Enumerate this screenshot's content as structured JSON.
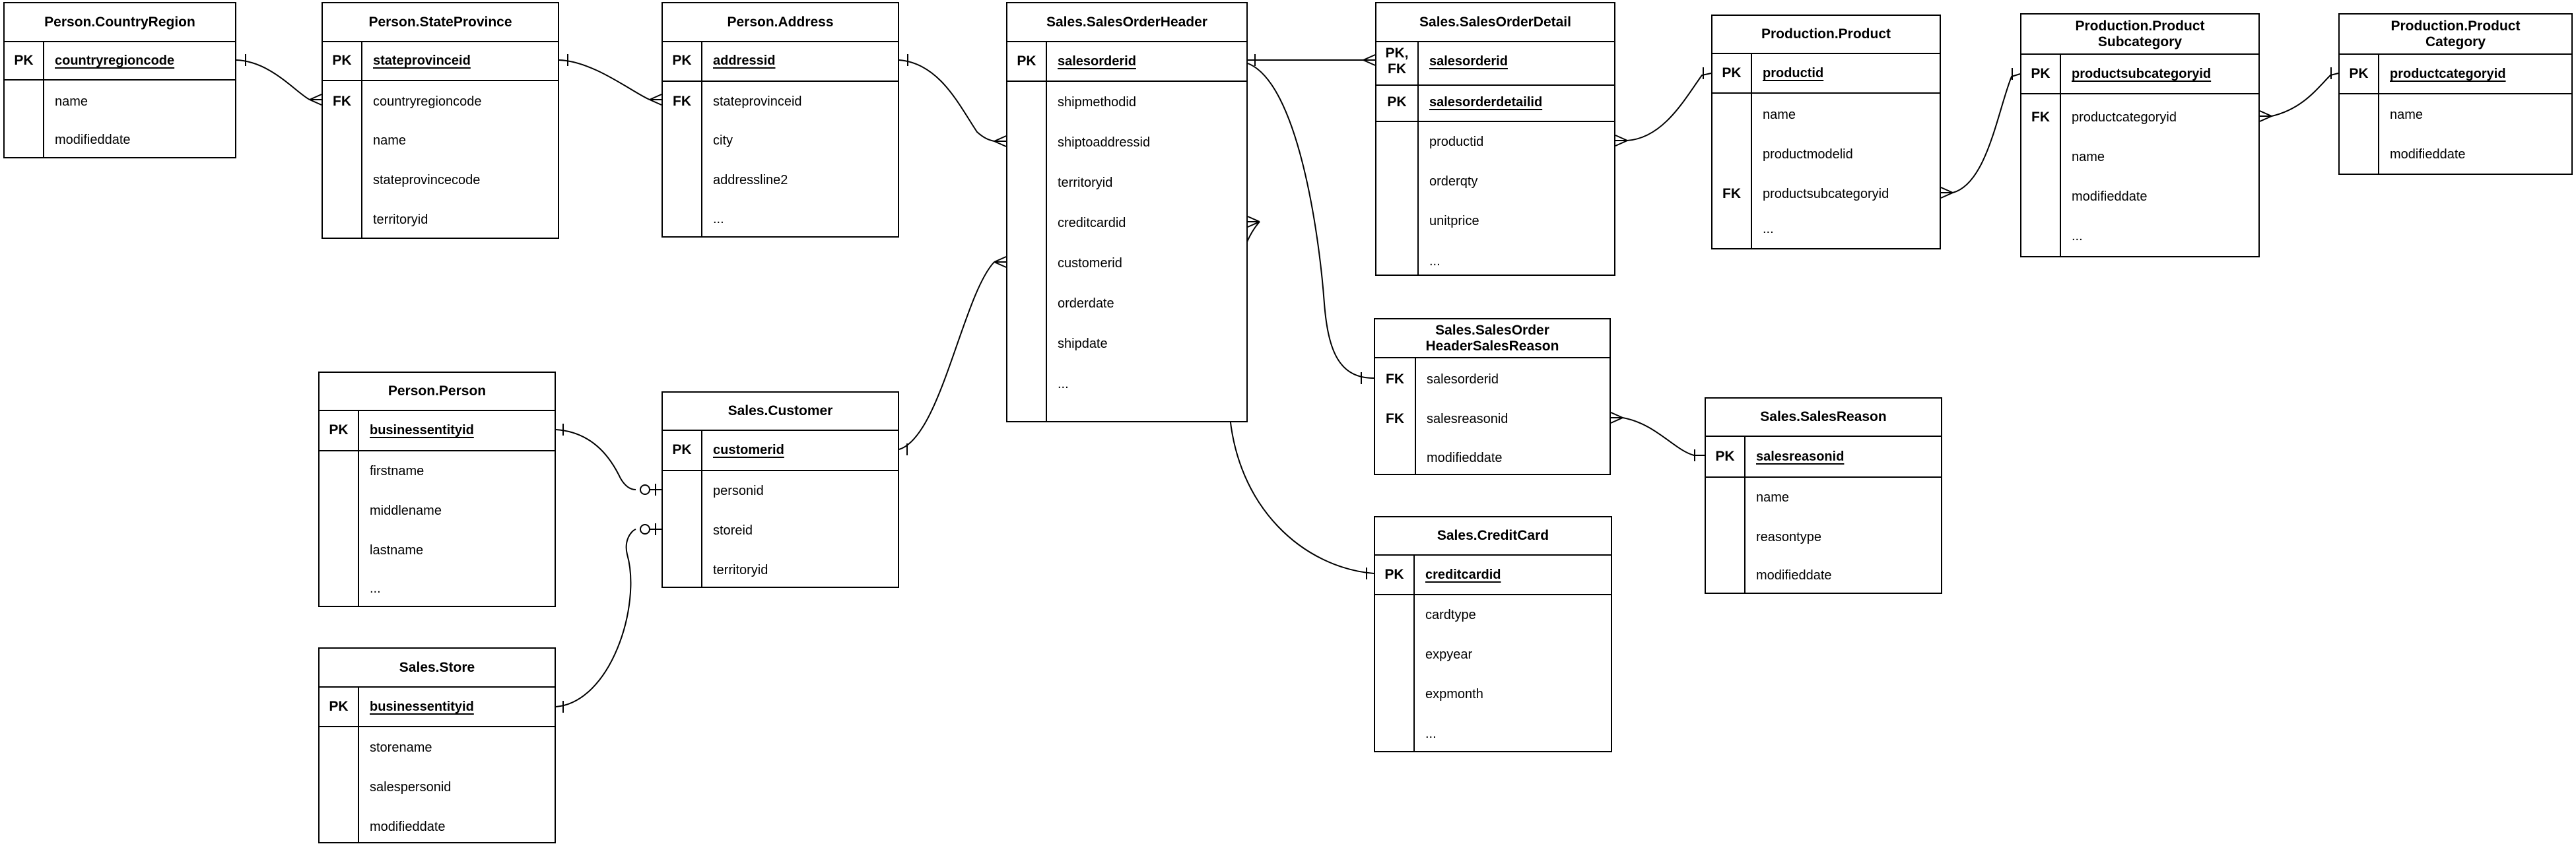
{
  "diagram": {
    "kind": "entity-relationship-diagram",
    "notation": "crows-foot",
    "tables": [
      {
        "id": "person-countryregion",
        "title_lines": [
          "Person.CountryRegion"
        ],
        "rows": [
          {
            "key_lines": [
              "PK"
            ],
            "name": "countryregioncode",
            "pk": true
          },
          {
            "key_lines": [],
            "name": "name",
            "pk": false
          },
          {
            "key_lines": [],
            "name": "modifieddate",
            "pk": false
          }
        ]
      },
      {
        "id": "person-stateprovince",
        "title_lines": [
          "Person.StateProvince"
        ],
        "rows": [
          {
            "key_lines": [
              "PK"
            ],
            "name": "stateprovinceid",
            "pk": true
          },
          {
            "key_lines": [
              "FK"
            ],
            "name": "countryregioncode",
            "pk": false
          },
          {
            "key_lines": [],
            "name": "name",
            "pk": false
          },
          {
            "key_lines": [],
            "name": "stateprovincecode",
            "pk": false
          },
          {
            "key_lines": [],
            "name": "territoryid",
            "pk": false
          }
        ]
      },
      {
        "id": "person-address",
        "title_lines": [
          "Person.Address"
        ],
        "rows": [
          {
            "key_lines": [
              "PK"
            ],
            "name": "addressid",
            "pk": true
          },
          {
            "key_lines": [
              "FK"
            ],
            "name": "stateprovinceid",
            "pk": false
          },
          {
            "key_lines": [],
            "name": "city",
            "pk": false
          },
          {
            "key_lines": [],
            "name": "addressline2",
            "pk": false
          },
          {
            "key_lines": [],
            "name": "...",
            "pk": false
          }
        ]
      },
      {
        "id": "sales-salesorderheader",
        "title_lines": [
          "Sales.SalesOrderHeader"
        ],
        "rows": [
          {
            "key_lines": [
              "PK"
            ],
            "name": "salesorderid",
            "pk": true
          },
          {
            "key_lines": [],
            "name": "shipmethodid",
            "pk": false
          },
          {
            "key_lines": [],
            "name": "shiptoaddressid",
            "pk": false
          },
          {
            "key_lines": [],
            "name": "territoryid",
            "pk": false
          },
          {
            "key_lines": [],
            "name": "creditcardid",
            "pk": false
          },
          {
            "key_lines": [],
            "name": "customerid",
            "pk": false
          },
          {
            "key_lines": [],
            "name": "orderdate",
            "pk": false
          },
          {
            "key_lines": [],
            "name": "shipdate",
            "pk": false
          },
          {
            "key_lines": [],
            "name": "...",
            "pk": false
          }
        ]
      },
      {
        "id": "sales-salesorderdetail",
        "title_lines": [
          "Sales.SalesOrderDetail"
        ],
        "rows": [
          {
            "key_lines": [
              "PK,",
              "FK"
            ],
            "name": "salesorderid",
            "pk": true
          },
          {
            "key_lines": [
              "PK"
            ],
            "name": "salesorderdetailid",
            "pk": true
          },
          {
            "key_lines": [],
            "name": "productid",
            "pk": false
          },
          {
            "key_lines": [],
            "name": "orderqty",
            "pk": false
          },
          {
            "key_lines": [],
            "name": "unitprice",
            "pk": false
          },
          {
            "key_lines": [],
            "name": "...",
            "pk": false
          }
        ]
      },
      {
        "id": "production-product",
        "title_lines": [
          "Production.Product"
        ],
        "rows": [
          {
            "key_lines": [
              "PK"
            ],
            "name": "productid",
            "pk": true
          },
          {
            "key_lines": [],
            "name": "name",
            "pk": false
          },
          {
            "key_lines": [],
            "name": "productmodelid",
            "pk": false
          },
          {
            "key_lines": [
              "FK"
            ],
            "name": "productsubcategoryid",
            "pk": false
          },
          {
            "key_lines": [],
            "name": "...",
            "pk": false
          }
        ]
      },
      {
        "id": "production-productsubcategory",
        "title_lines": [
          "Production.Product",
          "Subcategory"
        ],
        "rows": [
          {
            "key_lines": [
              "PK"
            ],
            "name": "productsubcategoryid",
            "pk": true
          },
          {
            "key_lines": [
              "FK"
            ],
            "name": "productcategoryid",
            "pk": false
          },
          {
            "key_lines": [],
            "name": "name",
            "pk": false
          },
          {
            "key_lines": [],
            "name": "modifieddate",
            "pk": false
          },
          {
            "key_lines": [],
            "name": "...",
            "pk": false
          }
        ]
      },
      {
        "id": "production-productcategory",
        "title_lines": [
          "Production.Product",
          "Category"
        ],
        "rows": [
          {
            "key_lines": [
              "PK"
            ],
            "name": "productcategoryid",
            "pk": true
          },
          {
            "key_lines": [],
            "name": "name",
            "pk": false
          },
          {
            "key_lines": [],
            "name": "modifieddate",
            "pk": false
          }
        ]
      },
      {
        "id": "person-person",
        "title_lines": [
          "Person.Person"
        ],
        "rows": [
          {
            "key_lines": [
              "PK"
            ],
            "name": "businessentityid",
            "pk": true
          },
          {
            "key_lines": [],
            "name": "firstname",
            "pk": false
          },
          {
            "key_lines": [],
            "name": "middlename",
            "pk": false
          },
          {
            "key_lines": [],
            "name": "lastname",
            "pk": false
          },
          {
            "key_lines": [],
            "name": "...",
            "pk": false
          }
        ]
      },
      {
        "id": "sales-customer",
        "title_lines": [
          "Sales.Customer"
        ],
        "rows": [
          {
            "key_lines": [
              "PK"
            ],
            "name": "customerid",
            "pk": true
          },
          {
            "key_lines": [],
            "name": "personid",
            "pk": false
          },
          {
            "key_lines": [],
            "name": "storeid",
            "pk": false
          },
          {
            "key_lines": [],
            "name": "territoryid",
            "pk": false
          }
        ]
      },
      {
        "id": "sales-store",
        "title_lines": [
          "Sales.Store"
        ],
        "rows": [
          {
            "key_lines": [
              "PK"
            ],
            "name": "businessentityid",
            "pk": true
          },
          {
            "key_lines": [],
            "name": "storename",
            "pk": false
          },
          {
            "key_lines": [],
            "name": "salespersonid",
            "pk": false
          },
          {
            "key_lines": [],
            "name": "modifieddate",
            "pk": false
          }
        ]
      },
      {
        "id": "sales-salesorderheadersalesreason",
        "title_lines": [
          "Sales.SalesOrder",
          "HeaderSalesReason"
        ],
        "rows": [
          {
            "key_lines": [
              "FK"
            ],
            "name": "salesorderid",
            "pk": false
          },
          {
            "key_lines": [
              "FK"
            ],
            "name": "salesreasonid",
            "pk": false
          },
          {
            "key_lines": [],
            "name": "modifieddate",
            "pk": false
          }
        ]
      },
      {
        "id": "sales-salesreason",
        "title_lines": [
          "Sales.SalesReason"
        ],
        "rows": [
          {
            "key_lines": [
              "PK"
            ],
            "name": "salesreasonid",
            "pk": true
          },
          {
            "key_lines": [],
            "name": "name",
            "pk": false
          },
          {
            "key_lines": [],
            "name": "reasontype",
            "pk": false
          },
          {
            "key_lines": [],
            "name": "modifieddate",
            "pk": false
          }
        ]
      },
      {
        "id": "sales-creditcard",
        "title_lines": [
          "Sales.CreditCard"
        ],
        "rows": [
          {
            "key_lines": [
              "PK"
            ],
            "name": "creditcardid",
            "pk": true
          },
          {
            "key_lines": [],
            "name": "cardtype",
            "pk": false
          },
          {
            "key_lines": [],
            "name": "expyear",
            "pk": false
          },
          {
            "key_lines": [],
            "name": "expmonth",
            "pk": false
          },
          {
            "key_lines": [],
            "name": "...",
            "pk": false
          }
        ]
      }
    ],
    "relationships": [
      {
        "from_table": "Person.CountryRegion",
        "from_field": "countryregioncode",
        "from_cardinality": "one",
        "to_table": "Person.StateProvince",
        "to_field": "countryregioncode",
        "to_cardinality": "many"
      },
      {
        "from_table": "Person.StateProvince",
        "from_field": "stateprovinceid",
        "from_cardinality": "one",
        "to_table": "Person.Address",
        "to_field": "stateprovinceid",
        "to_cardinality": "many"
      },
      {
        "from_table": "Person.Address",
        "from_field": "addressid",
        "from_cardinality": "one",
        "to_table": "Sales.SalesOrderHeader",
        "to_field": "shiptoaddressid",
        "to_cardinality": "many"
      },
      {
        "from_table": "Sales.SalesOrderHeader",
        "from_field": "salesorderid",
        "from_cardinality": "one",
        "to_table": "Sales.SalesOrderDetail",
        "to_field": "salesorderid",
        "to_cardinality": "many"
      },
      {
        "from_table": "Sales.SalesOrderHeader",
        "from_field": "salesorderid",
        "from_cardinality": "one",
        "to_table": "Sales.SalesOrderHeaderSalesReason",
        "to_field": "salesorderid",
        "to_cardinality": "one"
      },
      {
        "from_table": "Sales.CreditCard",
        "from_field": "creditcardid",
        "from_cardinality": "one",
        "to_table": "Sales.SalesOrderHeader",
        "to_field": "creditcardid",
        "to_cardinality": "many"
      },
      {
        "from_table": "Sales.Customer",
        "from_field": "customerid",
        "from_cardinality": "one",
        "to_table": "Sales.SalesOrderHeader",
        "to_field": "customerid",
        "to_cardinality": "many"
      },
      {
        "from_table": "Person.Person",
        "from_field": "businessentityid",
        "from_cardinality": "one",
        "to_table": "Sales.Customer",
        "to_field": "personid",
        "to_cardinality": "zero-or-one"
      },
      {
        "from_table": "Sales.Store",
        "from_field": "businessentityid",
        "from_cardinality": "one",
        "to_table": "Sales.Customer",
        "to_field": "storeid",
        "to_cardinality": "zero-or-one"
      },
      {
        "from_table": "Production.Product",
        "from_field": "productid",
        "from_cardinality": "one",
        "to_table": "Sales.SalesOrderDetail",
        "to_field": "productid",
        "to_cardinality": "many"
      },
      {
        "from_table": "Production.ProductSubcategory",
        "from_field": "productsubcategoryid",
        "from_cardinality": "one",
        "to_table": "Production.Product",
        "to_field": "productsubcategoryid",
        "to_cardinality": "many"
      },
      {
        "from_table": "Production.ProductCategory",
        "from_field": "productcategoryid",
        "from_cardinality": "one",
        "to_table": "Production.ProductSubcategory",
        "to_field": "productcategoryid",
        "to_cardinality": "many"
      },
      {
        "from_table": "Sales.SalesReason",
        "from_field": "salesreasonid",
        "from_cardinality": "one",
        "to_table": "Sales.SalesOrderHeaderSalesReason",
        "to_field": "salesreasonid",
        "to_cardinality": "many"
      }
    ]
  }
}
